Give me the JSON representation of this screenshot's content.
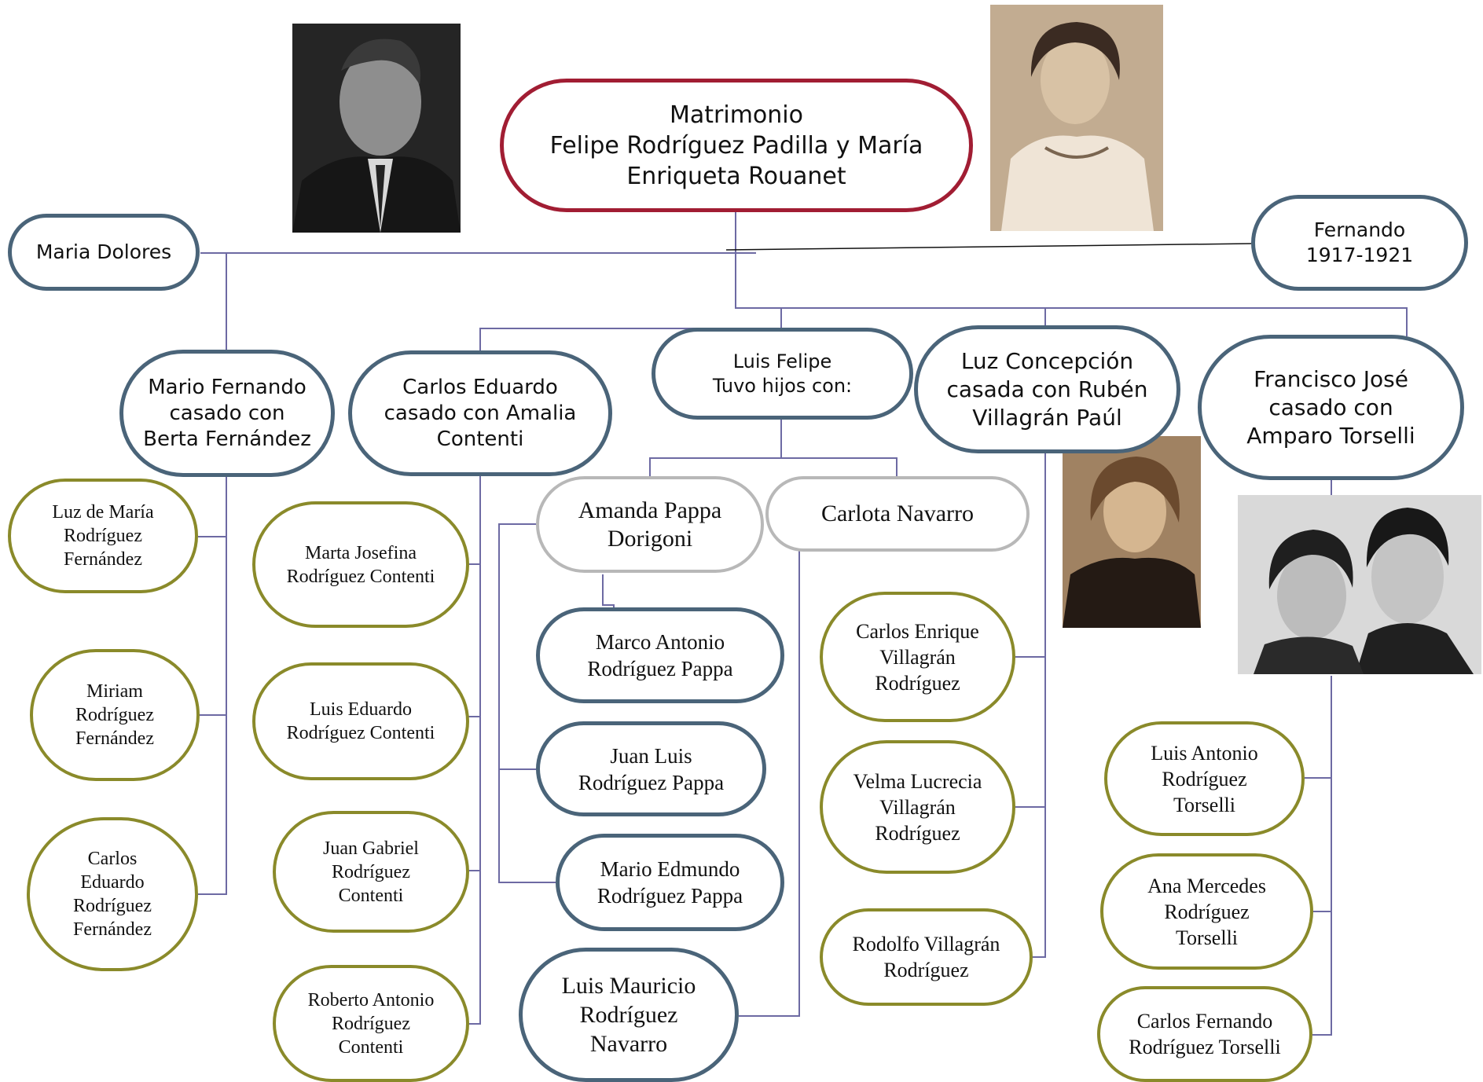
{
  "colors": {
    "root_border": "#a11d33",
    "parent_border": "#4a6479",
    "child_border": "#8a8a2a",
    "partner_border": "#b8b8b8",
    "connector": "#6d6aa3"
  },
  "root": "Matrimonio\nFelipe Rodríguez Padilla y María\nEnriqueta Rouanet",
  "generation1": {
    "maria_dolores": "Maria Dolores",
    "fernando": "Fernando\n1917-1921",
    "mario_fernando": "Mario Fernando\ncasado con\nBerta Fernández",
    "carlos_eduardo": "Carlos Eduardo\ncasado con Amalia\nContenti",
    "luis_felipe": "Luis Felipe\nTuvo hijos con:",
    "luz_concepcion": "Luz Concepción\ncasada con Rubén\nVillagrán Paúl",
    "francisco_jose": "Francisco José\ncasado con\nAmparo Torselli"
  },
  "partners": {
    "amanda": "Amanda Pappa\nDorigoni",
    "carlota": "Carlota Navarro"
  },
  "children": {
    "luz_de_maria": "Luz de María\nRodríguez\nFernández",
    "miriam": "Miriam\nRodríguez\nFernández",
    "carlos_eduardo_rf": "Carlos\nEduardo\nRodríguez\nFernández",
    "marta_josefina": "Marta Josefina\nRodríguez Contenti",
    "luis_eduardo": "Luis Eduardo\nRodríguez Contenti",
    "juan_gabriel": "Juan Gabriel\nRodríguez\nContenti",
    "roberto_antonio": "Roberto Antonio\nRodríguez\nContenti",
    "marco_antonio": "Marco Antonio\nRodríguez Pappa",
    "juan_luis": "Juan Luis\nRodríguez Pappa",
    "mario_edmundo": "Mario Edmundo\nRodríguez Pappa",
    "luis_mauricio": "Luis Mauricio\nRodríguez\nNavarro",
    "carlos_enrique": "Carlos Enrique\nVillagrán\nRodríguez",
    "velma_lucrecia": "Velma Lucrecia\nVillagrán\nRodríguez",
    "rodolfo": "Rodolfo Villagrán\nRodríguez",
    "luis_antonio": "Luis Antonio\nRodríguez\nTorselli",
    "ana_mercedes": "Ana Mercedes\nRodríguez\nTorselli",
    "carlos_fernando": "Carlos Fernando\nRodríguez Torselli"
  },
  "photos": {
    "felipe": "portrait-man",
    "maria_enriqueta": "portrait-woman",
    "luz_concepcion": "portrait-young-woman",
    "francisco_couple": "portrait-couple"
  }
}
